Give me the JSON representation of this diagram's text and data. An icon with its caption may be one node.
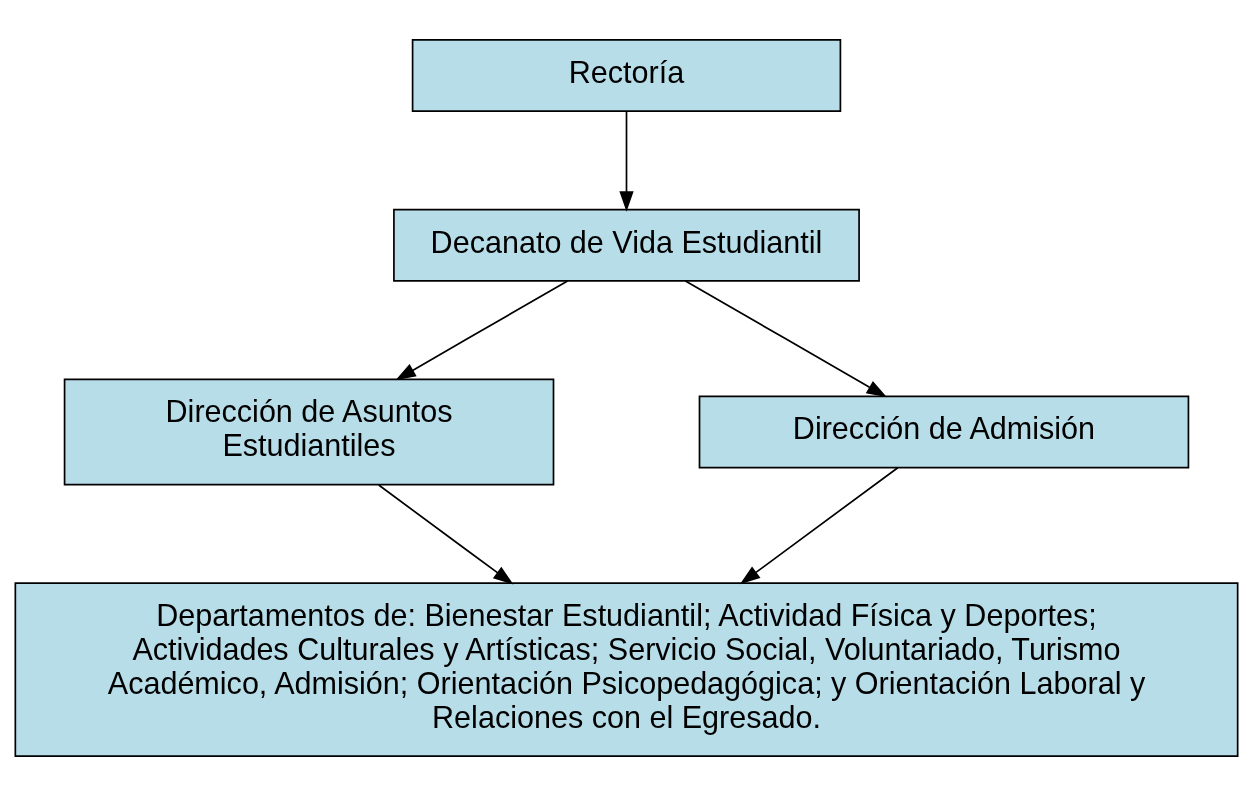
{
  "diagram": {
    "nodes": [
      {
        "text": [
          "Rectoría"
        ]
      },
      {
        "text": [
          "Decanato de Vida Estudiantil"
        ]
      },
      {
        "text": [
          "Dirección de Asuntos Estudiantiles"
        ]
      },
      {
        "text": [
          "Dirección de Admisión"
        ]
      },
      {
        "text": [
          "Departamentos de: Bienestar Estudiantil; Actividad Física y Deportes; Actividades Culturales y Artísticas; Servicio Social, Voluntariado, Turismo Académico, Admisión; Orientación Psicopedagógica; y Orientación Laboral y Relaciones con el Egresado."
        ]
      }
    ],
    "edges": [
      {
        "from": 0,
        "to": 1,
        "arrow": "to"
      },
      {
        "from": 1,
        "to": 2,
        "arrow": "to"
      },
      {
        "from": 1,
        "to": 3,
        "arrow": "to"
      },
      {
        "from": 2,
        "to": 4,
        "arrow": "to"
      },
      {
        "from": 3,
        "to": 4,
        "arrow": "to"
      }
    ]
  }
}
